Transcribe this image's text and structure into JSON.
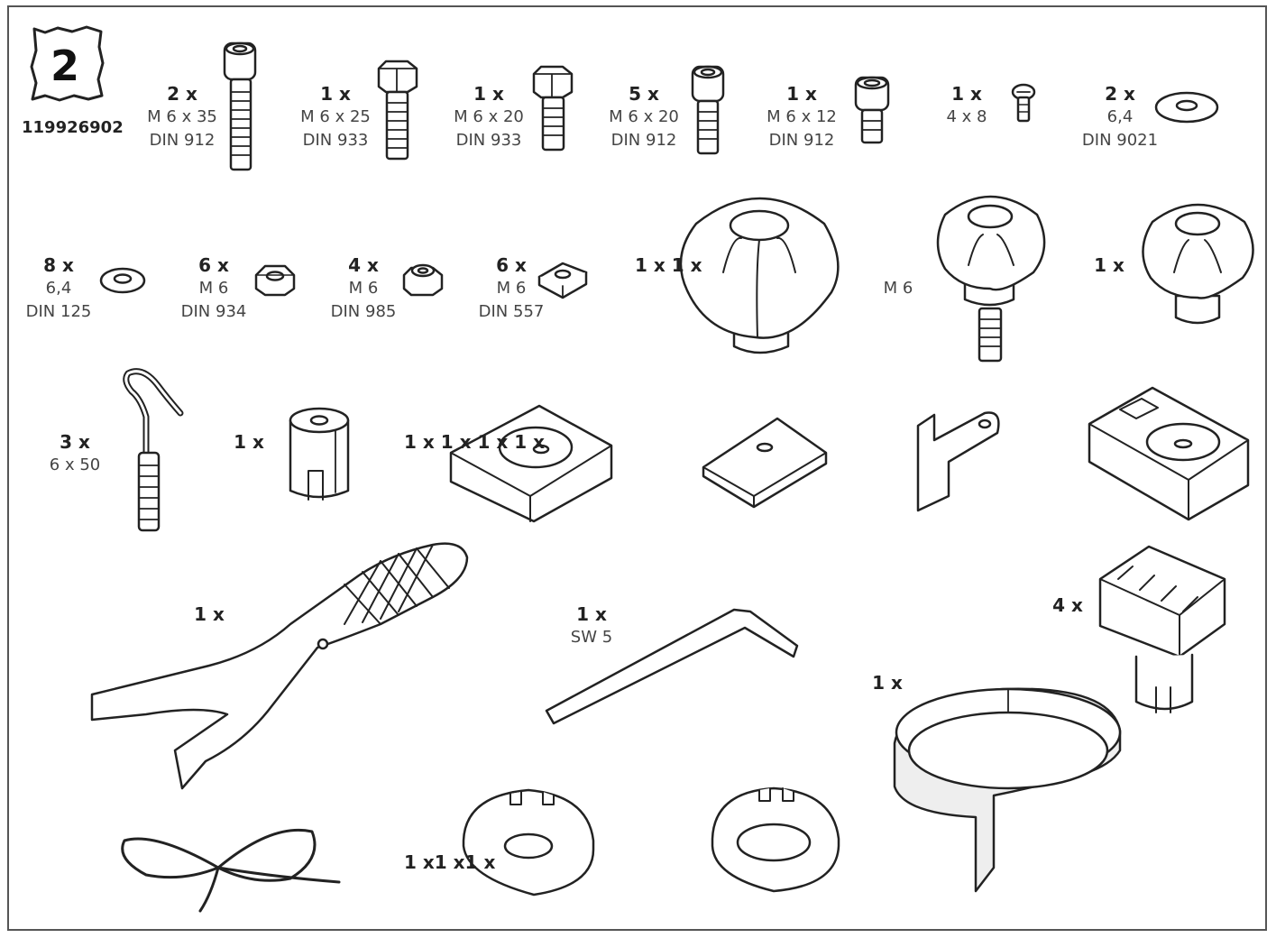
{
  "pack": {
    "step": "2",
    "article_number": "119926902"
  },
  "parts": [
    {
      "qty": "2 x",
      "lines": [
        "M 6 x 35",
        "DIN 912"
      ],
      "icon": "socket-cap-screw-icon"
    },
    {
      "qty": "1 x",
      "lines": [
        "M 6 x 25",
        "DIN 933"
      ],
      "icon": "hex-bolt-icon"
    },
    {
      "qty": "1 x",
      "lines": [
        "M 6 x 20",
        "DIN 933"
      ],
      "icon": "hex-bolt-icon"
    },
    {
      "qty": "5 x",
      "lines": [
        "M 6 x 20",
        "DIN 912"
      ],
      "icon": "socket-cap-screw-icon"
    },
    {
      "qty": "1 x",
      "lines": [
        "M 6 x 12",
        "DIN 912"
      ],
      "icon": "socket-cap-screw-icon"
    },
    {
      "qty": "1 x",
      "lines": [
        "4 x 8"
      ],
      "icon": "small-screw-icon"
    },
    {
      "qty": "2 x",
      "lines": [
        "6,4",
        "DIN 9021"
      ],
      "icon": "large-washer-icon"
    },
    {
      "qty": "8 x",
      "lines": [
        "6,4",
        "DIN 125"
      ],
      "icon": "washer-icon"
    },
    {
      "qty": "6 x",
      "lines": [
        "M 6",
        "DIN 934"
      ],
      "icon": "hex-nut-icon"
    },
    {
      "qty": "4 x",
      "lines": [
        "M 6",
        "DIN 985"
      ],
      "icon": "lock-nut-icon"
    },
    {
      "qty": "6 x",
      "lines": [
        "M 6",
        "DIN 557"
      ],
      "icon": "square-nut-icon"
    },
    {
      "qty": "1 x 1 x",
      "lines": [],
      "icon": "knob-icon"
    },
    {
      "qty": "",
      "lines": [
        "M 6"
      ],
      "icon": "threaded-knob-icon"
    },
    {
      "qty": "1 x",
      "lines": [],
      "icon": "knob-icon"
    },
    {
      "qty": "3 x",
      "lines": [
        "6 x 50"
      ],
      "icon": "screw-hook-icon"
    },
    {
      "qty": "1 x",
      "lines": [],
      "icon": "spacer-sleeve-icon"
    },
    {
      "qty": "1 x 1 x 1 x 1 x",
      "lines": [],
      "icon": "mounting-plate-icon"
    },
    {
      "qty": "1 x",
      "lines": [],
      "icon": "wrench-tool-icon"
    },
    {
      "qty": "1 x",
      "lines": [
        "SW 5"
      ],
      "icon": "allen-key-icon"
    },
    {
      "qty": "4 x",
      "lines": [],
      "icon": "clamp-block-icon"
    },
    {
      "qty": "1 x",
      "lines": [],
      "icon": "strap-band-icon"
    },
    {
      "qty": "1 x1 x1 x",
      "lines": [],
      "icon": "ring-nut-icon"
    }
  ],
  "colors": {
    "ink": "#222222",
    "frame": "#555555",
    "fill": "#ffffff",
    "shade": "#dddddd"
  }
}
